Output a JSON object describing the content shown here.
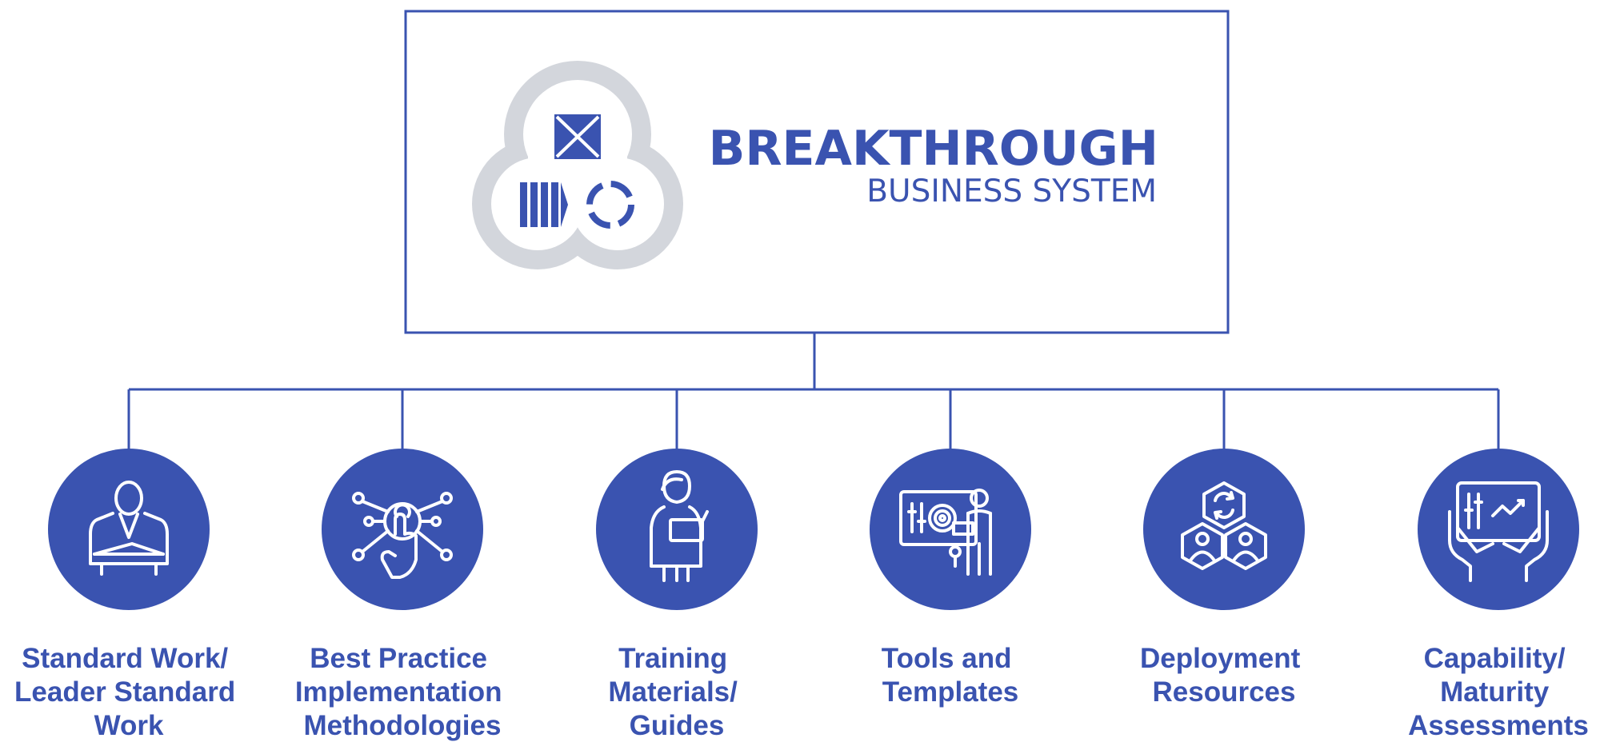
{
  "colors": {
    "brand": "#3A53B0",
    "logo_ring": "#D3D6DC",
    "background": "#FFFFFF"
  },
  "header": {
    "title": "BREAKTHROUGH",
    "subtitle": "BUSINESS SYSTEM"
  },
  "logo": {
    "icons": [
      "envelope-x-icon",
      "process-arrow-icon",
      "cycle-arrows-icon"
    ]
  },
  "nodes": [
    {
      "icon": "leader-person-icon",
      "lines": [
        "Standard Work/",
        "Leader Standard",
        "Work"
      ]
    },
    {
      "icon": "network-hub-icon",
      "lines": [
        "Best Practice",
        "Implementation",
        "Methodologies"
      ]
    },
    {
      "icon": "trainer-clipboard-icon",
      "lines": [
        "Training",
        "Materials/",
        "Guides"
      ]
    },
    {
      "icon": "presentation-board-icon",
      "lines": [
        "Tools and",
        "Templates"
      ]
    },
    {
      "icon": "team-hexagon-icon",
      "lines": [
        "Deployment",
        "Resources"
      ]
    },
    {
      "icon": "tablet-chart-icon",
      "lines": [
        "Capability/",
        "Maturity",
        "Assessments"
      ]
    }
  ]
}
